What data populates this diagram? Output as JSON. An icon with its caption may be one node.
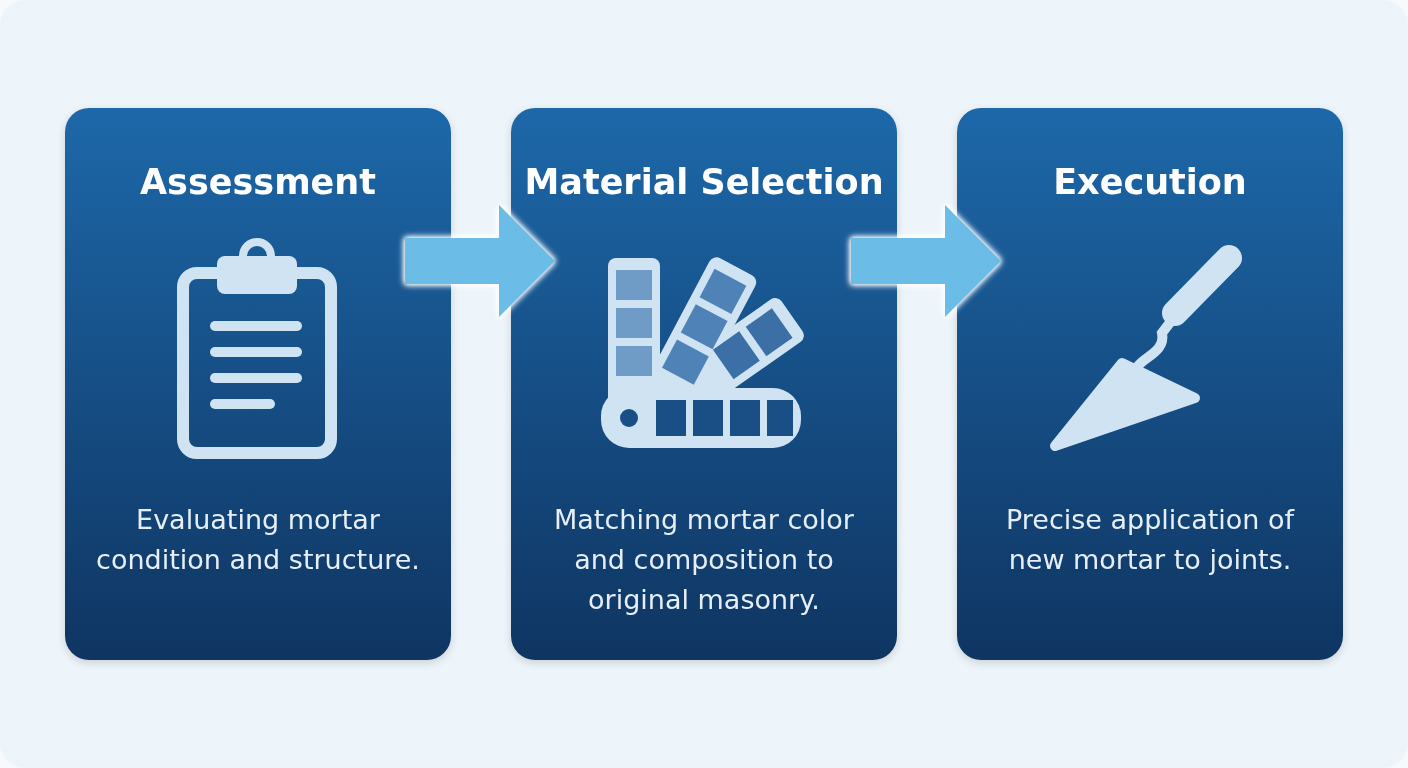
{
  "diagram": {
    "nodes": [
      {
        "text": [
          "Assessment",
          "Evaluating mortar condition and structure."
        ]
      },
      {
        "text": [
          "Material Selection",
          "Matching mortar color and composition to original masonry."
        ]
      },
      {
        "text": [
          "Execution",
          "Precise application of new mortar to joints."
        ]
      }
    ],
    "edges": [
      {
        "from": 0,
        "to": 1,
        "arrow": "to"
      },
      {
        "from": 1,
        "to": 2,
        "arrow": "to"
      }
    ]
  }
}
